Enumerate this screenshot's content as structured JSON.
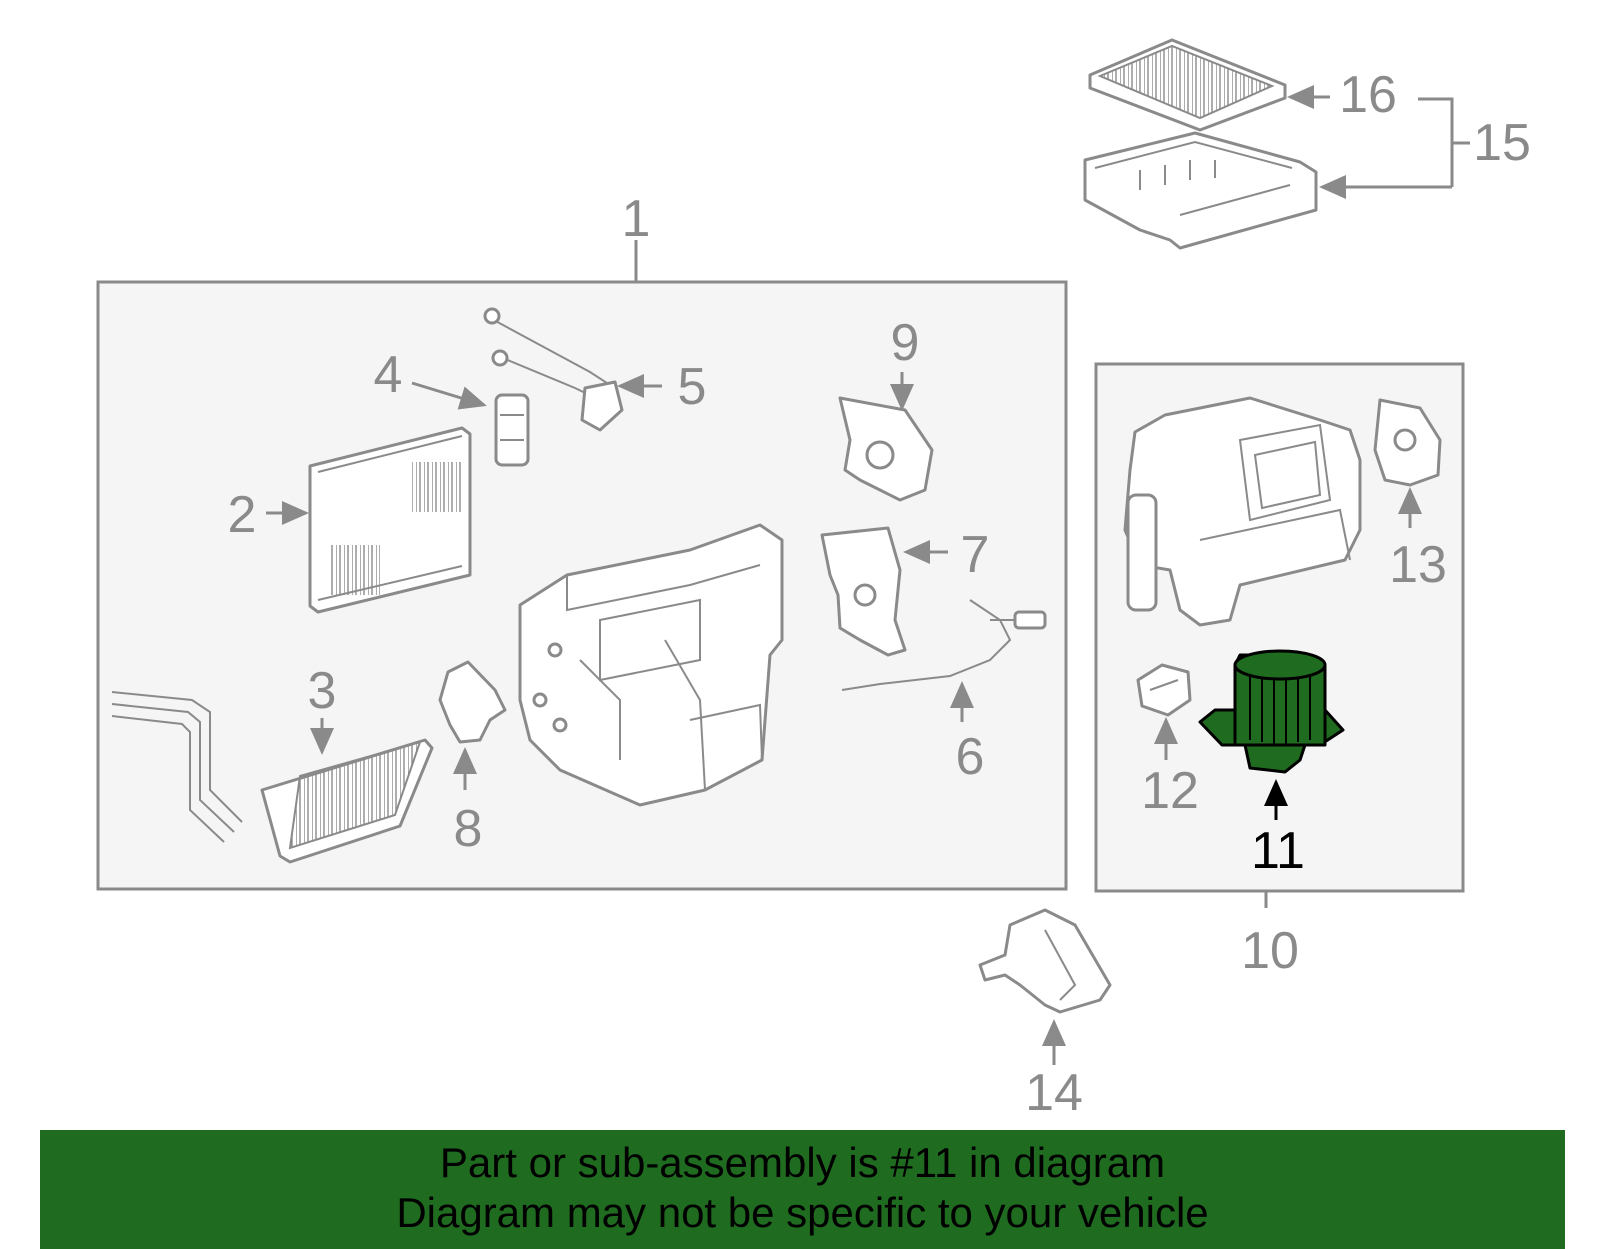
{
  "diagram": {
    "labels": [
      "1",
      "2",
      "3",
      "4",
      "5",
      "6",
      "7",
      "8",
      "9",
      "10",
      "11",
      "12",
      "13",
      "14",
      "15",
      "16"
    ],
    "highlighted_part": "11",
    "highlight_color": "#1f6b1f",
    "box_fill_color": "#f5f5f5",
    "line_color": "#8a8a8a"
  },
  "banner": {
    "line1": "Part or sub-assembly is #11 in diagram",
    "line2": "Diagram may not be specific to your vehicle",
    "background": "#1f6b1f"
  }
}
